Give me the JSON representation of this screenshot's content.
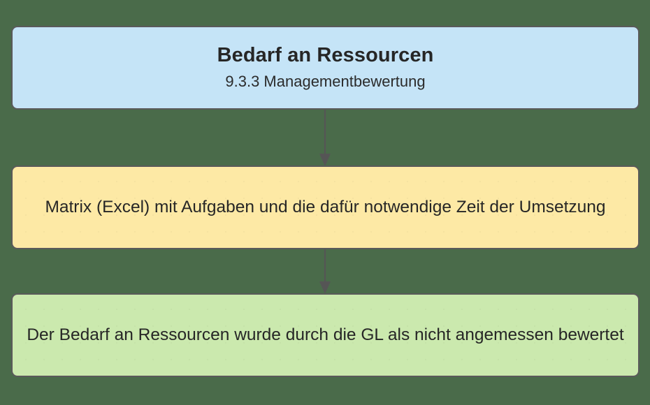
{
  "diagram": {
    "background_color": "#4a6b4a",
    "nodes": [
      {
        "id": "start",
        "title": "Bedarf an Ressourcen",
        "subtitle": "9.3.3 Managementbewertung",
        "fill_color": "#c5e4f7",
        "border_color": "#5a5a5a"
      },
      {
        "id": "process",
        "text": "Matrix (Excel) mit Aufgaben und die dafür notwendige Zeit der Umsetzung",
        "fill_color": "#fde9a5",
        "border_color": "#5a5a5a"
      },
      {
        "id": "result",
        "text": "Der Bedarf an Ressourcen wurde durch die GL als nicht angemessen bewertet",
        "fill_color": "#cbe9ae",
        "border_color": "#5a5a5a"
      }
    ],
    "connectors": [
      {
        "id": "start-to-process",
        "from": "start",
        "to": "process",
        "arrow_color": "#555555",
        "style": "solid-arrow"
      },
      {
        "id": "process-to-result",
        "from": "process",
        "to": "result",
        "arrow_color": "#555555",
        "style": "solid-arrow"
      }
    ]
  }
}
